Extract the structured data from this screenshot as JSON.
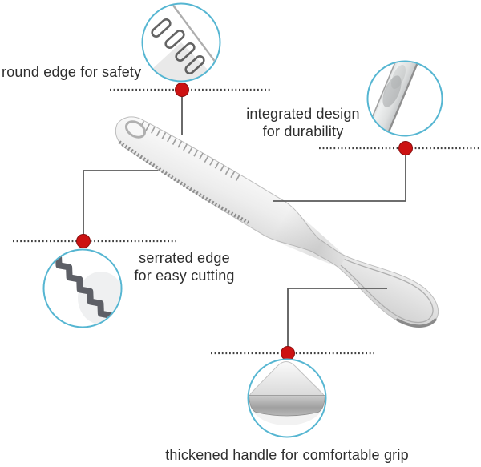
{
  "colors": {
    "accent": "#56b6d2",
    "marker": "#cc1212",
    "line": "#5a5a5a",
    "dots": "#414141",
    "text": "#2e2e2e"
  },
  "product": {
    "name": "butter spreader knife",
    "material_look": "stainless steel"
  },
  "callouts": [
    {
      "name": "round-edge",
      "label": "round edge for safety",
      "detail_icon": "slotted-holes-detail-icon"
    },
    {
      "name": "integrated-design",
      "line1": "integrated design",
      "line2": "for durability",
      "detail_icon": "blade-neck-detail-icon"
    },
    {
      "name": "serrated-edge",
      "line1": "serrated edge",
      "line2": "for easy cutting",
      "detail_icon": "serrated-strip-detail-icon"
    },
    {
      "name": "thickened-handle",
      "label": "thickened handle for comfortable grip",
      "detail_icon": "handle-cross-section-detail-icon"
    }
  ]
}
